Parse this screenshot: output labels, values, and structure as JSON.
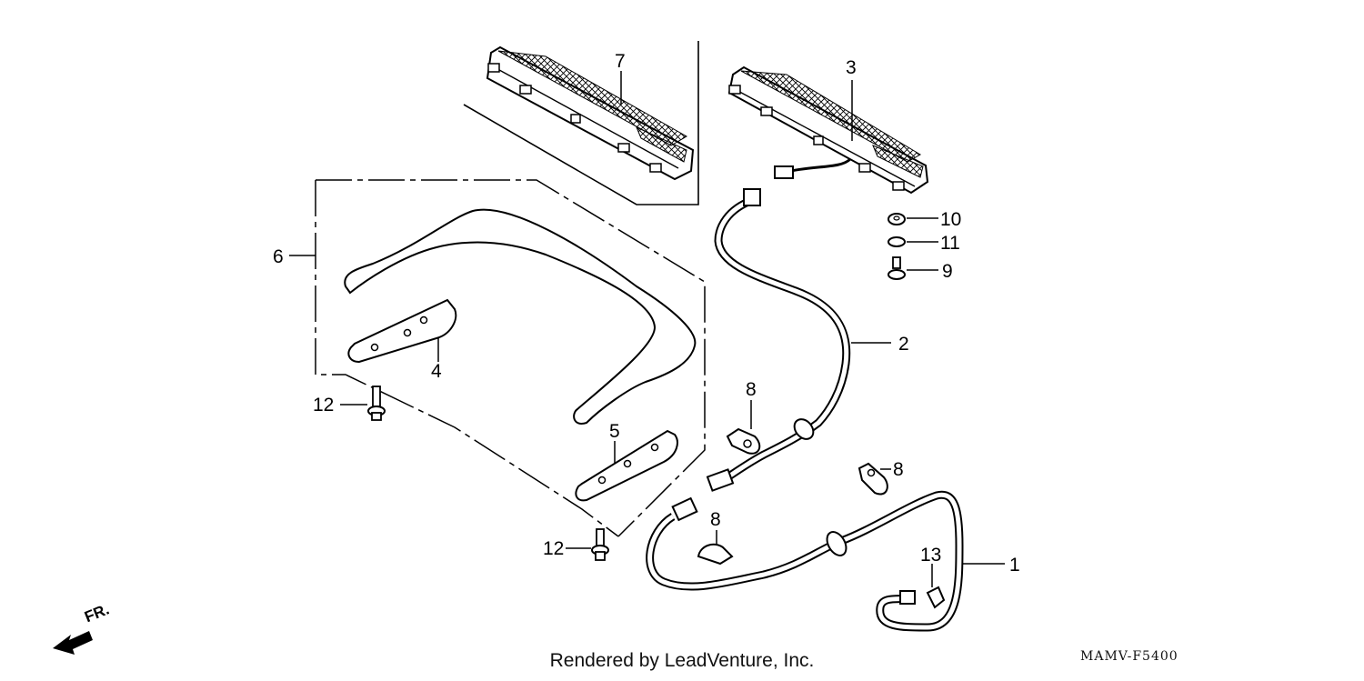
{
  "diagram": {
    "callouts": [
      {
        "id": "1",
        "label": "1"
      },
      {
        "id": "2",
        "label": "2"
      },
      {
        "id": "3",
        "label": "3"
      },
      {
        "id": "4",
        "label": "4"
      },
      {
        "id": "5",
        "label": "5"
      },
      {
        "id": "6",
        "label": "6"
      },
      {
        "id": "7",
        "label": "7"
      },
      {
        "id": "8a",
        "label": "8"
      },
      {
        "id": "8b",
        "label": "8"
      },
      {
        "id": "8c",
        "label": "8"
      },
      {
        "id": "9",
        "label": "9"
      },
      {
        "id": "10",
        "label": "10"
      },
      {
        "id": "11",
        "label": "11"
      },
      {
        "id": "12a",
        "label": "12"
      },
      {
        "id": "12b",
        "label": "12"
      },
      {
        "id": "13",
        "label": "13"
      }
    ],
    "direction_label": "FR.",
    "footer": "Rendered by LeadVenture, Inc.",
    "diagram_code": "MAMV-F5400"
  }
}
